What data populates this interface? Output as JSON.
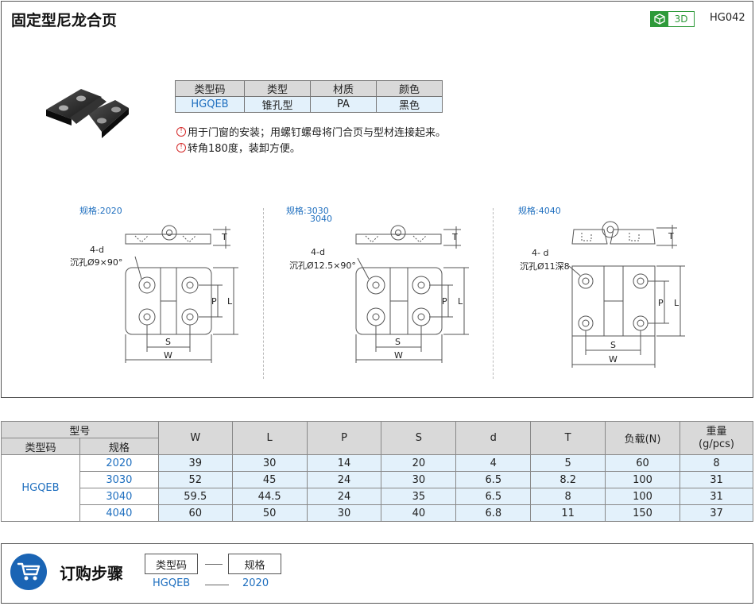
{
  "header": {
    "title": "固定型尼龙合页",
    "badge_3d": "3D",
    "code": "HG042"
  },
  "spec": {
    "headers": [
      "类型码",
      "类型",
      "材质",
      "颜色"
    ],
    "row": [
      "HGQEB",
      "锥孔型",
      "PA",
      "黑色"
    ]
  },
  "notes": [
    "用于门窗的安装；用螺钉螺母将门合页与型材连接起来。",
    "转角180度，装卸方便。"
  ],
  "drawings": {
    "d1": {
      "size_label": "规格:",
      "size_value": "2020",
      "hole_spec": "4-d",
      "hole_desc": "沉孔Ø9×90°"
    },
    "d2": {
      "size_label": "规格:",
      "size_value": "3030",
      "size_value_2": "3040",
      "hole_spec": "4-d",
      "hole_desc": "沉孔Ø12.5×90°"
    },
    "d3": {
      "size_label": "规格:",
      "size_value": "4040",
      "hole_spec": "4- d",
      "hole_desc": "沉孔Ø11深8"
    },
    "dims": {
      "T": "T",
      "P": "P",
      "L": "L",
      "S": "S",
      "W": "W"
    }
  },
  "table": {
    "group_header": "型号",
    "sub_headers": [
      "类型码",
      "规格"
    ],
    "headers": [
      "W",
      "L",
      "P",
      "S",
      "d",
      "T",
      "负载(N)",
      "重量\n(g/pcs)"
    ],
    "weight_line1": "重量",
    "weight_line2": "(g/pcs)",
    "type_code": "HGQEB",
    "rows": [
      {
        "spec": "2020",
        "W": "39",
        "L": "30",
        "P": "14",
        "S": "20",
        "d": "4",
        "T": "5",
        "load": "60",
        "weight": "8"
      },
      {
        "spec": "3030",
        "W": "52",
        "L": "45",
        "P": "24",
        "S": "30",
        "d": "6.5",
        "T": "8.2",
        "load": "100",
        "weight": "31"
      },
      {
        "spec": "3040",
        "W": "59.5",
        "L": "44.5",
        "P": "24",
        "S": "35",
        "d": "6.5",
        "T": "8",
        "load": "100",
        "weight": "31"
      },
      {
        "spec": "4040",
        "W": "60",
        "L": "50",
        "P": "30",
        "S": "40",
        "d": "6.8",
        "T": "11",
        "load": "150",
        "weight": "37"
      }
    ]
  },
  "order": {
    "title": "订购步骤",
    "box1": "类型码",
    "box2": "规格",
    "value1": "HGQEB",
    "value2": "2020"
  },
  "colors": {
    "accent_blue": "#1f6fbf",
    "header_gray": "#d9d9d9",
    "cell_blue": "#e3f1fb",
    "badge_green": "#2e9a3a",
    "warn_red": "#d42a2a",
    "cart_blue": "#1a64b4"
  }
}
